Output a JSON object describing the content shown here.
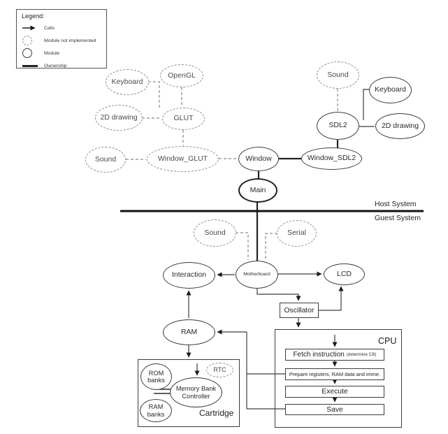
{
  "legend": {
    "title": "Legend:",
    "items": [
      {
        "icon": "calls-arrow-icon",
        "label": "Calls"
      },
      {
        "icon": "dashed-circle-icon",
        "label": "Module not implemented"
      },
      {
        "icon": "solid-circle-icon",
        "label": "Module"
      },
      {
        "icon": "ownership-line-icon",
        "label": "Ownership"
      }
    ]
  },
  "system_divider": {
    "host_label": "Host System",
    "guest_label": "Guest System"
  },
  "nodes": {
    "keyboard_glut": "Keyboard",
    "opengl": "OpenGL",
    "drawing2d_glut": "2D drawing",
    "glut": "GLUT",
    "sound_glut": "Sound",
    "window_glut": "Window_GLUT",
    "window": "Window",
    "main": "Main",
    "sound_sdl2": "Sound",
    "keyboard_sdl2": "Keyboard",
    "sdl2": "SDL2",
    "drawing2d_sdl2": "2D drawing",
    "window_sdl2": "Window_SDL2",
    "sound_guest": "Sound",
    "serial": "Serial",
    "interaction": "Interaction",
    "motherboard": "Motherboard",
    "lcd": "LCD",
    "oscillator": "Oscillator",
    "ram": "RAM",
    "cartridge_label": "Cartridge",
    "rom_banks": "ROM banks",
    "ram_banks": "RAM banks",
    "mbc": "Memory Bank Controller",
    "rtc": "RTC",
    "cpu_label": "CPU",
    "fetch": "Fetch instruction",
    "fetch_sub": "(determine CB)",
    "prepare": "Prepare registers, RAM data and imme.",
    "execute": "Execute",
    "save": "Save"
  }
}
